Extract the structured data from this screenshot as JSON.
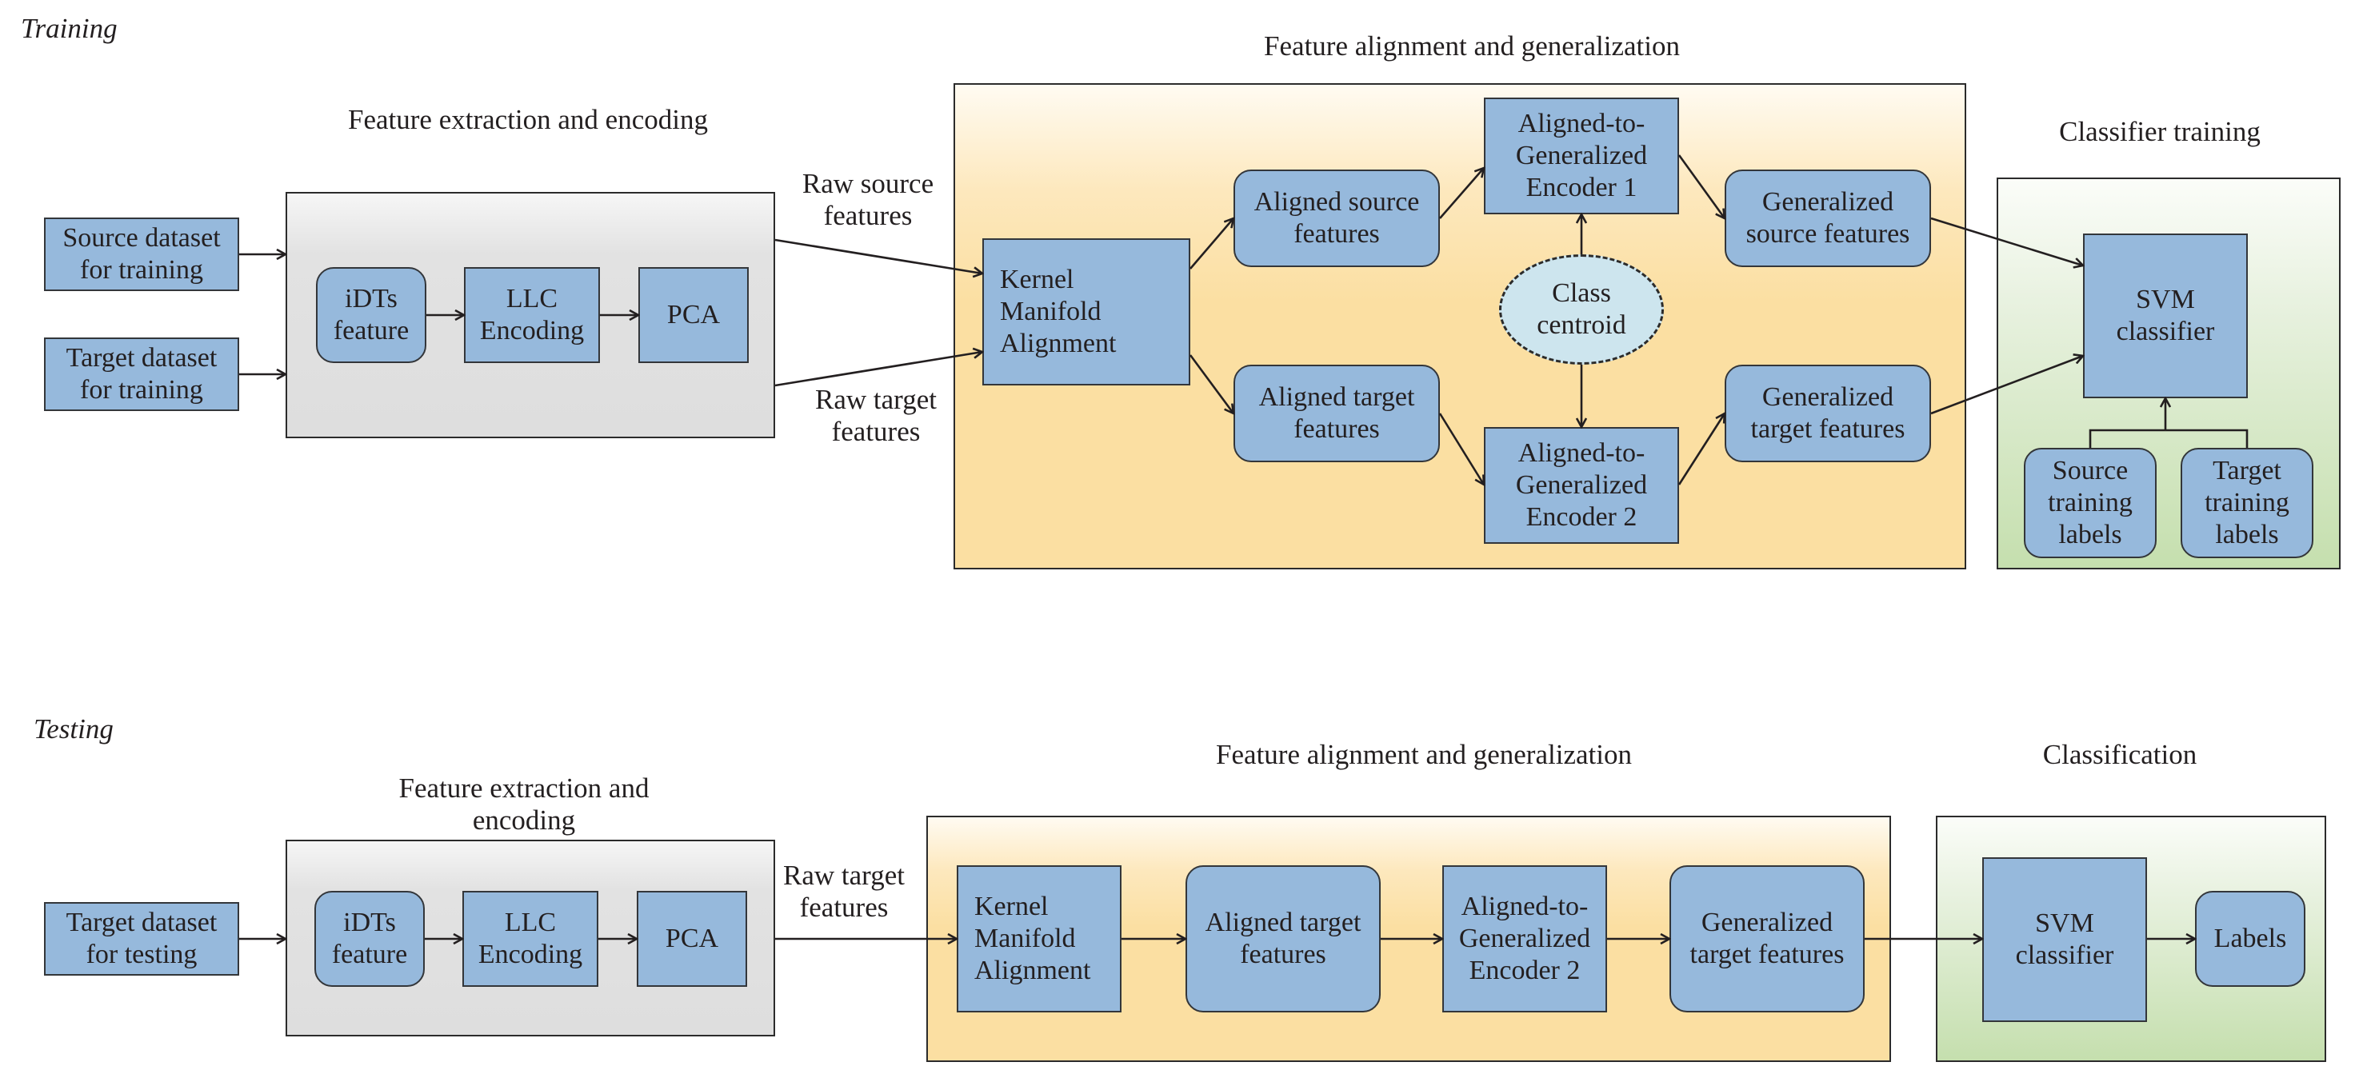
{
  "training": {
    "section_label": "Training",
    "feature_extraction_title": "Feature extraction and encoding",
    "alignment_title": "Feature alignment and generalization",
    "classifier_title": "Classifier training",
    "source_dataset": "Source dataset\nfor training",
    "target_dataset": "Target dataset\nfor training",
    "idts": "iDTs\nfeature",
    "llc": "LLC\nEncoding",
    "pca": "PCA",
    "raw_source": "Raw source\nfeatures",
    "raw_target": "Raw target\nfeatures",
    "kma": "Kernel\nManifold\nAlignment",
    "aligned_source": "Aligned source\nfeatures",
    "aligned_target": "Aligned target\nfeatures",
    "encoder1": "Aligned-to-\nGeneralized\nEncoder 1",
    "encoder2": "Aligned-to-\nGeneralized\nEncoder 2",
    "class_centroid": "Class\ncentroid",
    "generalized_source": "Generalized\nsource features",
    "generalized_target": "Generalized\ntarget features",
    "svm": "SVM\nclassifier",
    "source_labels": "Source\ntraining\nlabels",
    "target_labels": "Target\ntraining\nlabels"
  },
  "testing": {
    "section_label": "Testing",
    "feature_extraction_title": "Feature extraction and\nencoding",
    "alignment_title": "Feature alignment and generalization",
    "classification_title": "Classification",
    "target_dataset": "Target dataset\nfor testing",
    "idts": "iDTs\nfeature",
    "llc": "LLC\nEncoding",
    "pca": "PCA",
    "raw_target": "Raw target\nfeatures",
    "kma": "Kernel\nManifold\nAlignment",
    "aligned_target": "Aligned target\nfeatures",
    "encoder2": "Aligned-to-\nGeneralized\nEncoder 2",
    "generalized_target": "Generalized\ntarget features",
    "svm": "SVM\nclassifier",
    "labels": "Labels"
  },
  "colors": {
    "node_fill": "#96b9dc",
    "centroid_fill": "#cde5ee",
    "extraction_panel": "#e0e0e0",
    "alignment_panel": "#fbdfa2",
    "classifier_panel": "#c5dfae"
  }
}
